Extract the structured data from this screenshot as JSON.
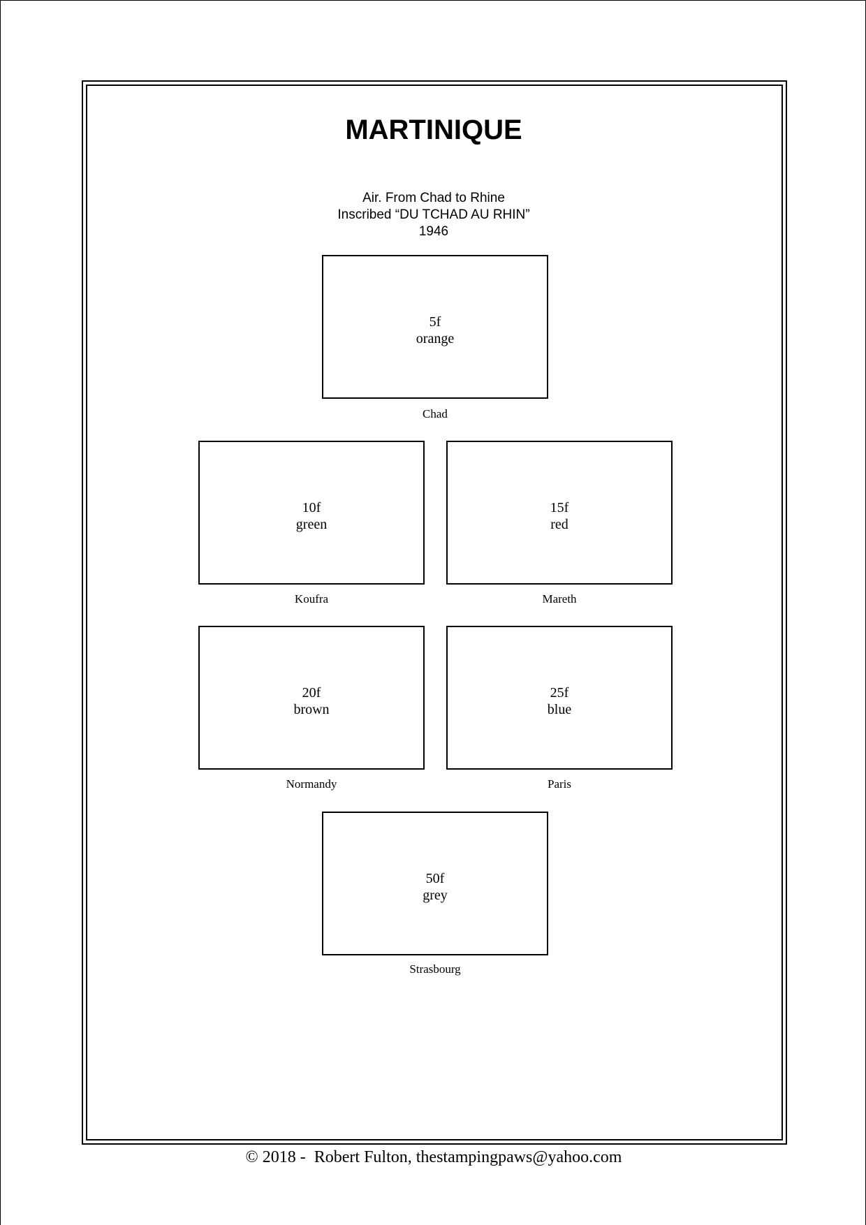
{
  "page": {
    "title": "MARTINIQUE",
    "subtitle_lines": [
      "Air. From Chad to Rhine",
      "Inscribed “DU TCHAD AU RHIN”",
      "1946"
    ],
    "footer": "© 2018 -  Robert Fulton, thestampingpaws@yahoo.com"
  },
  "stamps": [
    {
      "value": "5f",
      "color": "orange",
      "caption": "Chad"
    },
    {
      "value": "10f",
      "color": "green",
      "caption": "Koufra"
    },
    {
      "value": "15f",
      "color": "red",
      "caption": "Mareth"
    },
    {
      "value": "20f",
      "color": "brown",
      "caption": "Normandy"
    },
    {
      "value": "25f",
      "color": "blue",
      "caption": "Paris"
    },
    {
      "value": "50f",
      "color": "grey",
      "caption": "Strasbourg"
    }
  ]
}
